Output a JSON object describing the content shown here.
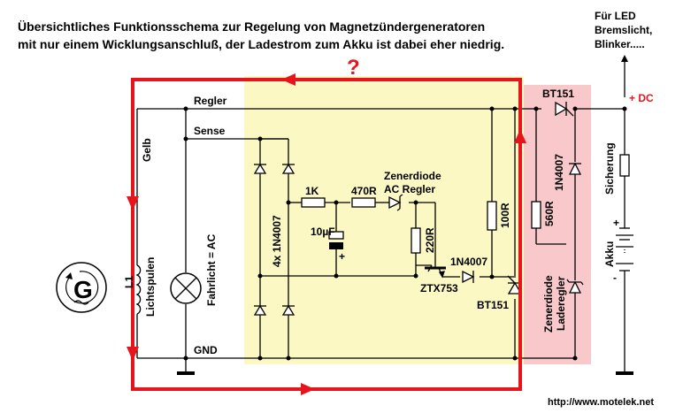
{
  "title": {
    "line1": "Übersichtliches Funktionsschema zur Regelung von Magnetzündergeneratoren",
    "line2": "mit nur einem Wicklungsanschluß, der Ladestrom zum Akku ist dabei eher niedrig."
  },
  "top_right_note": {
    "line1": "Für LED",
    "line2": "Bremslicht,",
    "line3": "Blinker....."
  },
  "question_mark": "?",
  "labels": {
    "regler": "Regler",
    "sense": "Sense",
    "gnd": "GND",
    "plus_dc": "+ DC",
    "gelb": "Gelb",
    "l1": "L1",
    "lichtspulen": "Lichtspulen",
    "generator": "G",
    "fahrlicht": "Fahrlicht = AC",
    "bridge": "4x 1N4007",
    "r1k": "1K",
    "r470": "470R",
    "zener_line1": "Zenerdiode",
    "zener_line2": "AC Regler",
    "cap": "10µF",
    "cap_plus": "+",
    "r220": "220R",
    "d_1n4007": "1N4007",
    "transistor": "ZTX753",
    "r100": "100R",
    "bt151_top": "BT151",
    "bt151_bottom": "BT151",
    "r560": "560R",
    "d_1n4007_vertical": "1N4007",
    "zener_lade_line1": "Zenerdiode",
    "zener_lade_line2": "Laderegler",
    "sicherung": "Sicherung",
    "akku": "Akku",
    "akku_plus": "+",
    "akku_minus": "-",
    "url": "http://www.motelek.net"
  },
  "colors": {
    "yellow_zone": "#fbf8c4",
    "pink_zone": "#f8c8cb",
    "arrow_red": "#e8141b",
    "plus_dc_red": "#e8141b"
  }
}
